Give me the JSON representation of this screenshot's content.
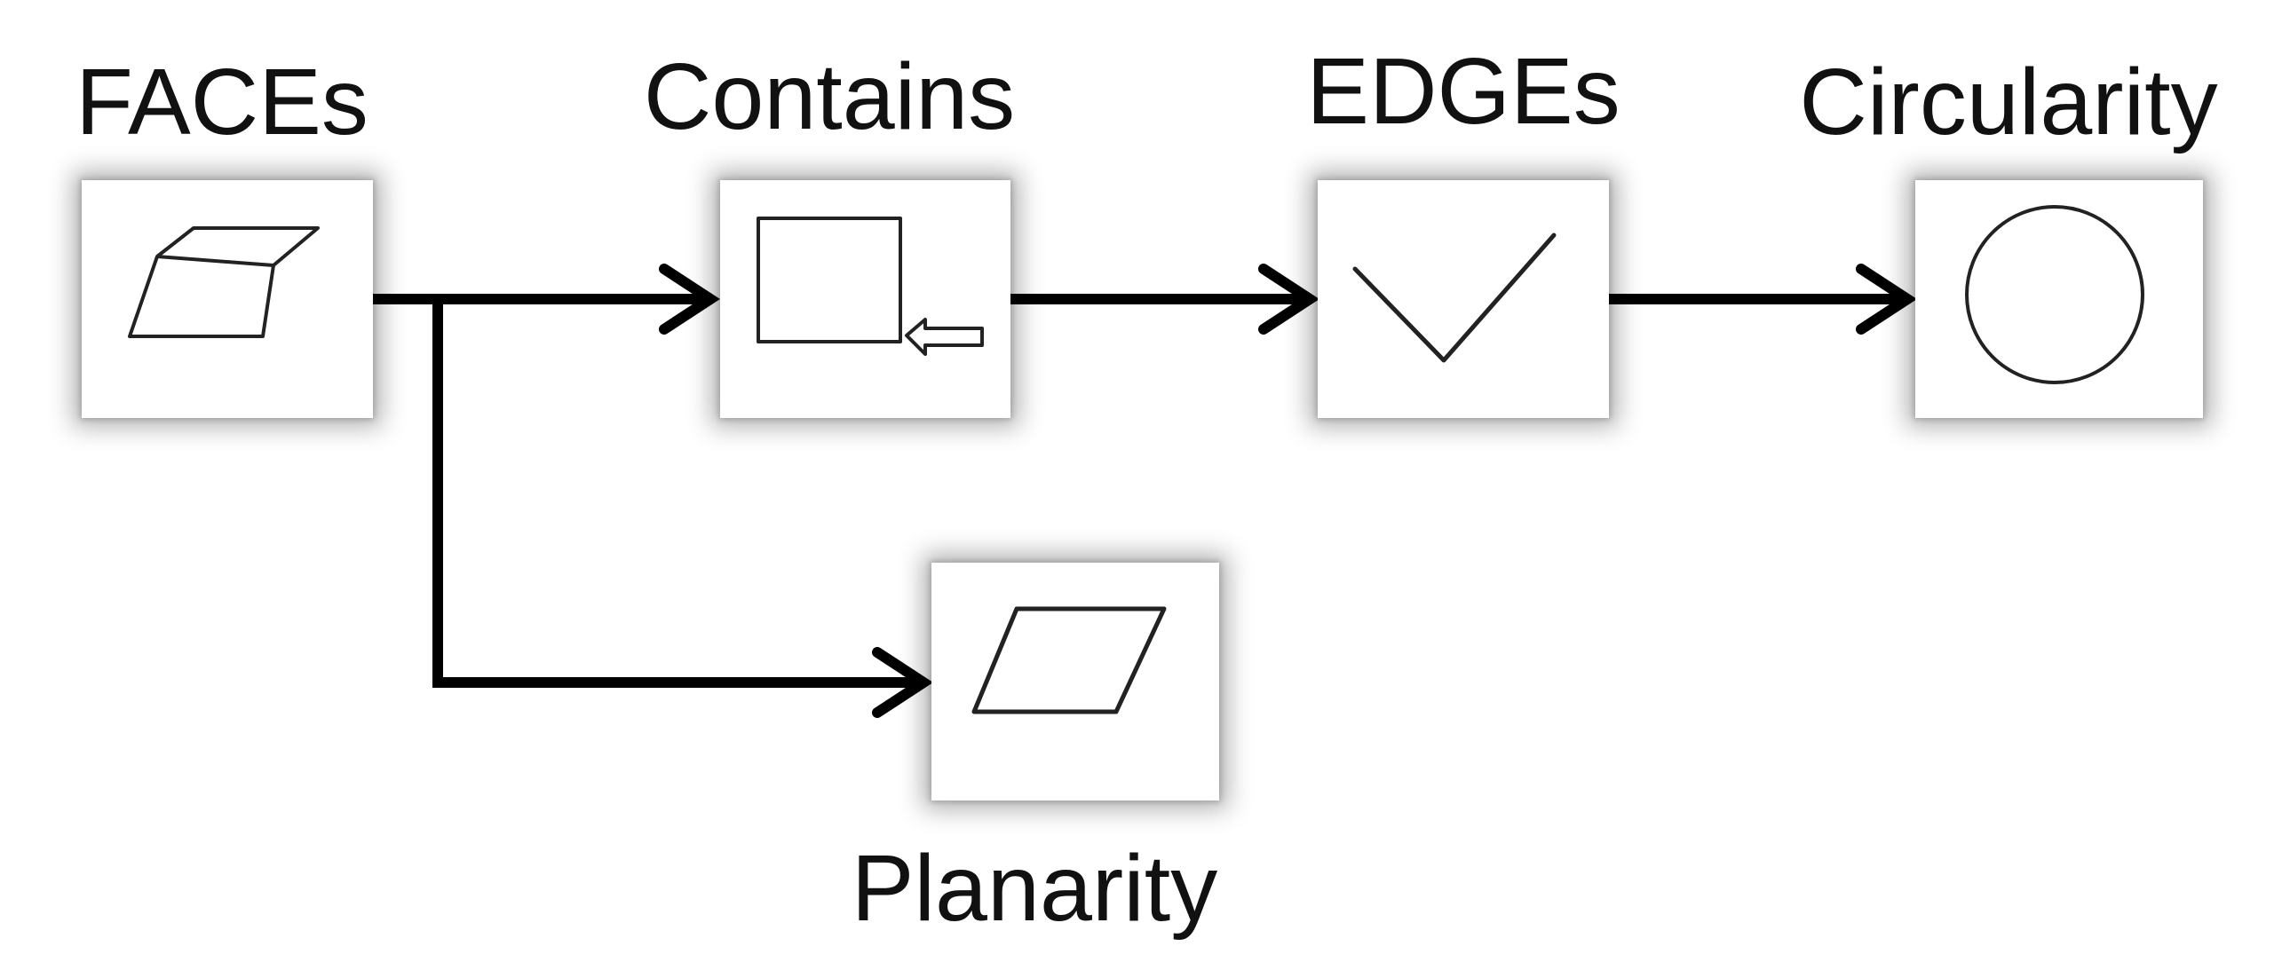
{
  "nodes": {
    "faces": {
      "label": "FACEs",
      "icon": "face-parallelepiped-icon"
    },
    "contains": {
      "label": "Contains",
      "icon": "square-with-arrow-icon"
    },
    "edges": {
      "label": "EDGEs",
      "icon": "v-edge-icon"
    },
    "circularity": {
      "label": "Circularity",
      "icon": "circle-icon"
    },
    "planarity": {
      "label": "Planarity",
      "icon": "parallelogram-icon"
    }
  },
  "colors": {
    "arrow": "#000000",
    "text": "#111111",
    "icon_stroke": "#222222",
    "background": "#ffffff"
  }
}
